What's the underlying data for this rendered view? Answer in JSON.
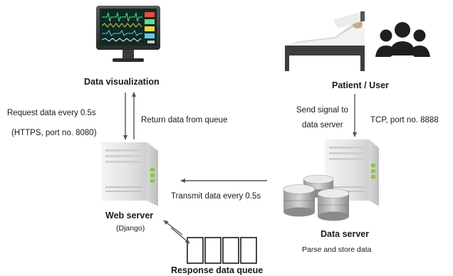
{
  "nodes": {
    "data_visualization": "Data visualization",
    "patient_user": "Patient / User",
    "web_server": "Web server",
    "web_server_sub": "(Django)",
    "data_server": "Data server",
    "data_server_sub": "Parse and store data",
    "response_queue": "Response data queue"
  },
  "edges": {
    "request_line1": "Request data every 0.5s",
    "request_line2": "(HTTPS, port no. 8080)",
    "return": "Return data from queue",
    "send_line1": "Send signal to",
    "send_line2": "data server",
    "tcp": "TCP, port no. 8888",
    "transmit": "Transmit data every 0.5s"
  },
  "colors": {
    "arrow": "#555555",
    "server_body": "#e6e6e6",
    "monitor_screen": "#0f2a24",
    "led": "#8cc63f"
  }
}
